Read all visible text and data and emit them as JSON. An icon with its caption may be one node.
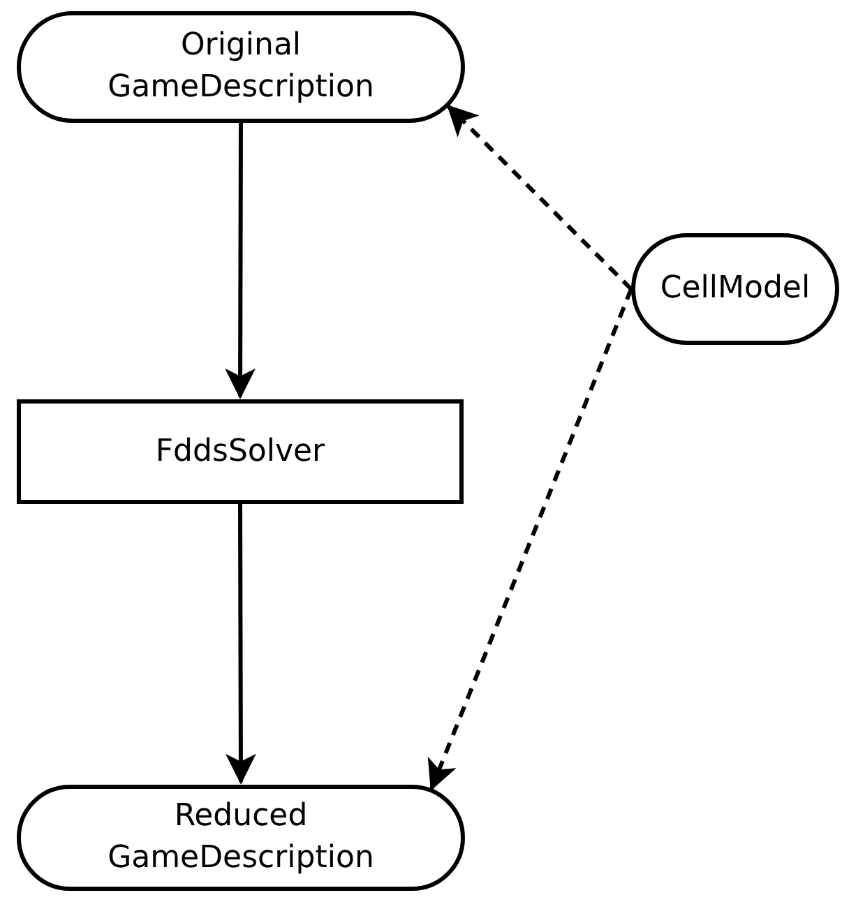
{
  "diagram": {
    "nodes": [
      {
        "text": [
          "Original GameDescription"
        ]
      },
      {
        "text": [
          "FddsSolver"
        ]
      },
      {
        "text": [
          "Reduced GameDescription"
        ]
      },
      {
        "text": [
          "CellModel"
        ]
      }
    ],
    "edges": [
      {
        "from": 0,
        "to": 1,
        "arrow": "to"
      },
      {
        "from": 1,
        "to": 2,
        "arrow": "to"
      },
      {
        "from": 3,
        "to": 0,
        "arrow": "to",
        "style": "dashed"
      },
      {
        "from": 3,
        "to": 2,
        "arrow": "to",
        "style": "dashed"
      }
    ]
  }
}
